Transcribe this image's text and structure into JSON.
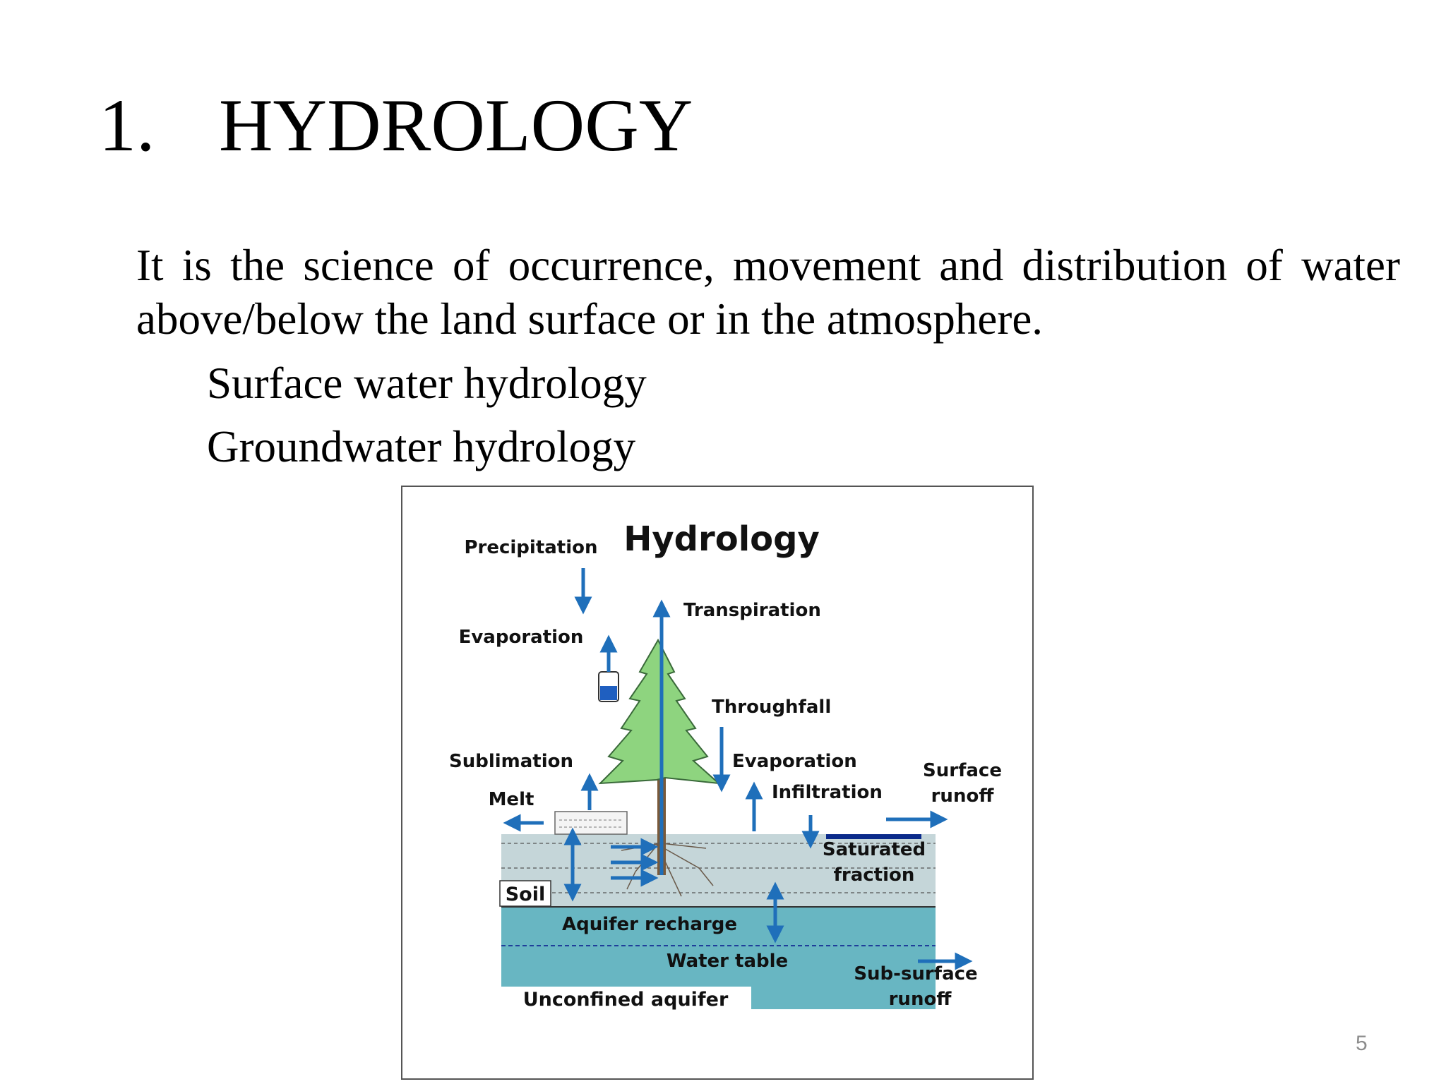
{
  "slide": {
    "title_number": "1.",
    "title_text": "HYDROLOGY",
    "definition": "It is the science of occurrence, movement and distribution of water above/below the land surface or in the atmosphere.",
    "bullets": [
      "Surface water hydrology",
      "Groundwater hydrology"
    ],
    "page_number": "5"
  },
  "diagram": {
    "title": "Hydrology",
    "labels": {
      "precipitation": "Precipitation",
      "transpiration": "Transpiration",
      "evaporation_top": "Evaporation",
      "throughfall": "Throughfall",
      "sublimation": "Sublimation",
      "evaporation_ground": "Evaporation",
      "surface": "Surface",
      "runoff": "runoff",
      "melt": "Melt",
      "infiltration": "Infiltration",
      "saturated": "Saturated",
      "fraction": "fraction",
      "soil": "Soil",
      "aquifer_recharge": "Aquifer recharge",
      "water_table": "Water table",
      "sub_surface": "Sub-surface",
      "sub_surface_runoff": "runoff",
      "unconfined_aquifer": "Unconfined aquifer"
    },
    "colors": {
      "arrow": "#1f6fba",
      "soil": "#c5d6d9",
      "aquifer": "#68b6c2",
      "tree": "#8ed47f",
      "tree_outline": "#3a6a3a",
      "saturated_bar": "#0a2a8a"
    }
  }
}
